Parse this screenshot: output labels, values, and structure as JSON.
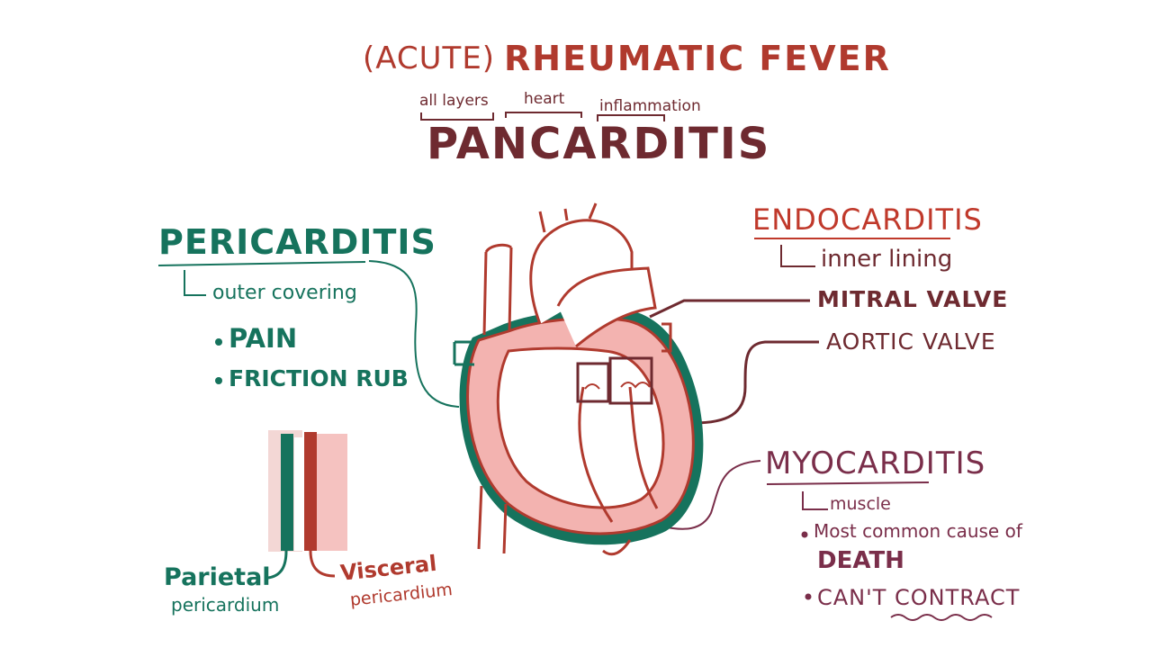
{
  "title": {
    "acute": "(ACUTE)",
    "main": "RHEUMATIC FEVER"
  },
  "etymology": {
    "roots": [
      "all layers",
      "heart",
      "inflammation"
    ],
    "word": "PANCARDITIS"
  },
  "pericarditis": {
    "title": "PERICARDITIS",
    "subtitle": "outer covering",
    "bullets": [
      "PAIN",
      "FRICTION RUB"
    ]
  },
  "endocarditis": {
    "title": "ENDOCARDITIS",
    "subtitle": "inner lining",
    "valves": [
      "MITRAL VALVE",
      "AORTIC VALVE"
    ]
  },
  "myocarditis": {
    "title": "MYOCARDITIS",
    "subtitle": "muscle",
    "bullet1_line1": "Most common cause of",
    "bullet1_line2": "DEATH",
    "bullet2": "CAN'T CONTRACT"
  },
  "layers": {
    "parietal": "Parietal",
    "parietal_sub": "pericardium",
    "visceral": "Visceral",
    "visceral_sub": "pericardium"
  },
  "colors": {
    "maroon": "#6e2a30",
    "red": "#b03a2e",
    "green": "#16735d",
    "pink": "#f3b3b0",
    "purple": "#7a2e4a"
  }
}
